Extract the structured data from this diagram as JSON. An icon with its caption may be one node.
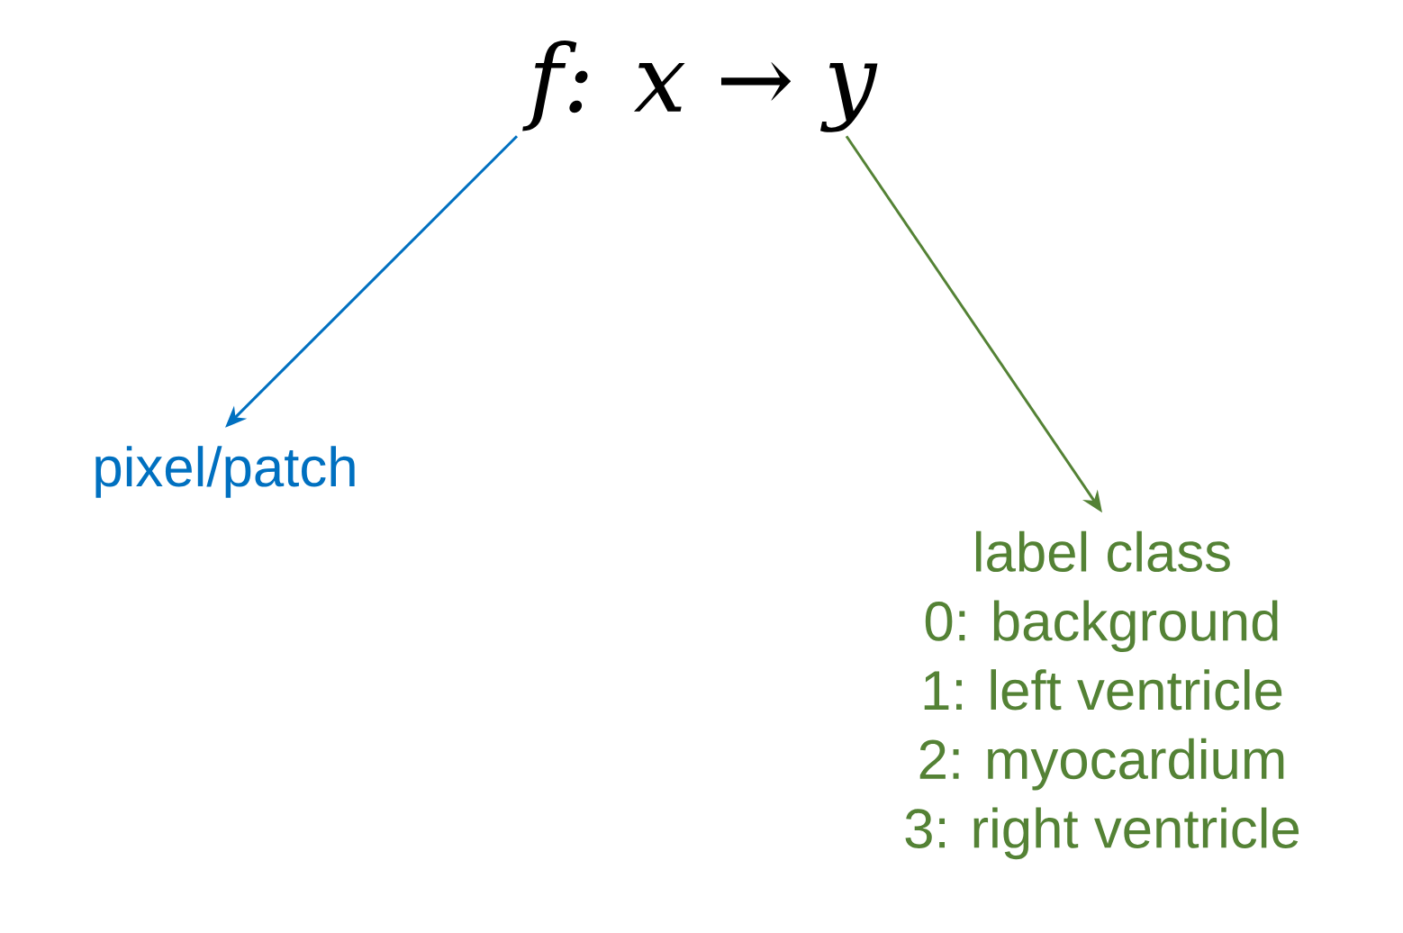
{
  "diagram": {
    "nodes": [
      {
        "text": [
          "f: x → y"
        ]
      },
      {
        "text": [
          "pixel/patch"
        ]
      },
      {
        "text": [
          "label class",
          "0: background",
          "1: left ventricle",
          "2: myocardium",
          "3: right ventricle"
        ]
      }
    ],
    "edges": [
      {
        "from": 0,
        "to": 1,
        "arrow": "to",
        "color": "#0070c0"
      },
      {
        "from": 0,
        "to": 2,
        "arrow": "to",
        "color": "#548235"
      }
    ]
  }
}
